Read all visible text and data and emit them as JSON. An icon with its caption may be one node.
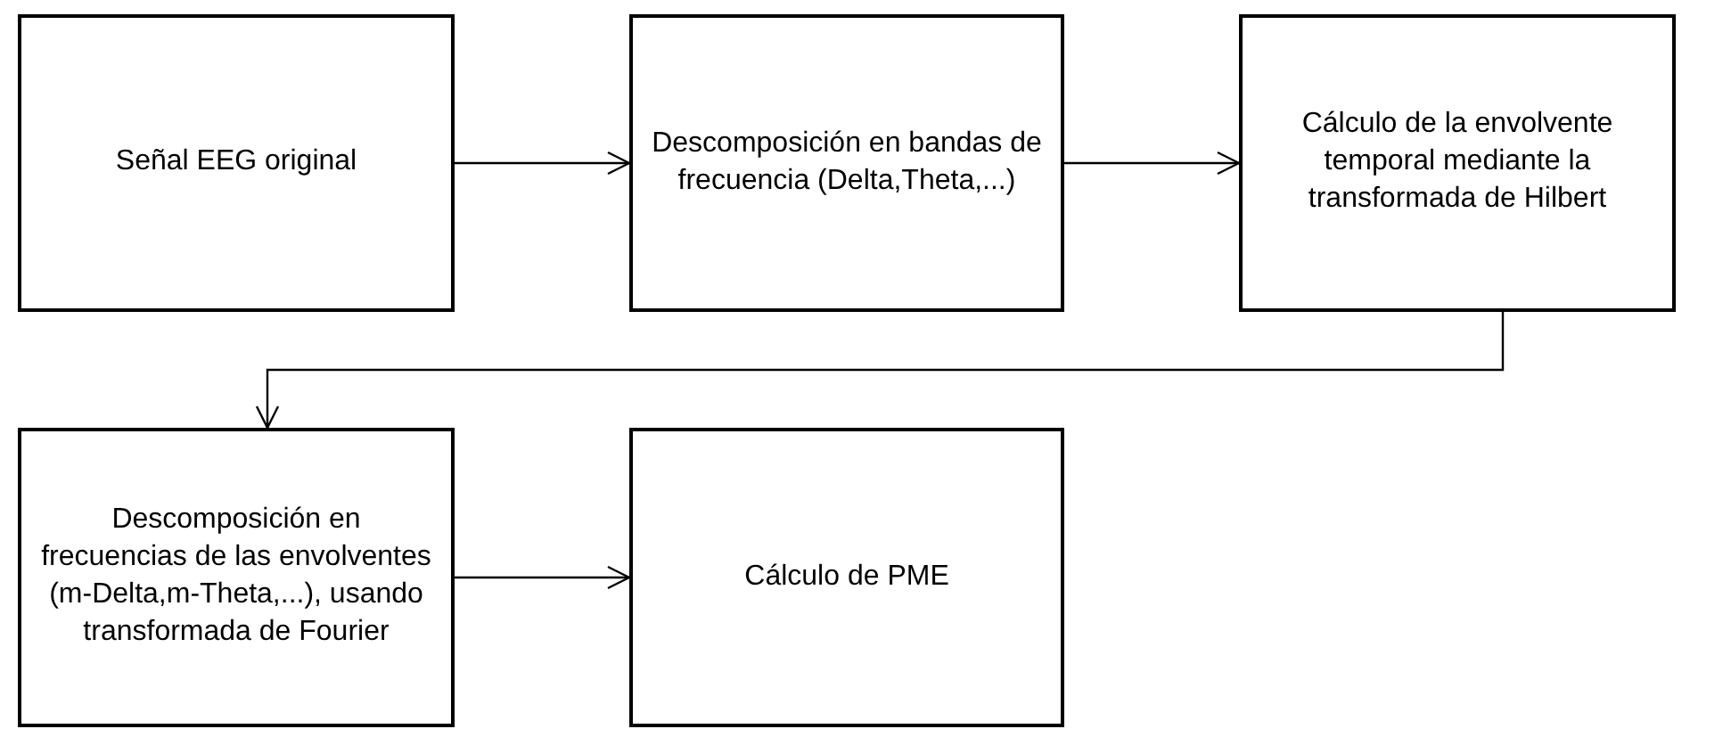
{
  "diagram": {
    "nodes": [
      {
        "text": [
          "Señal EEG original"
        ]
      },
      {
        "text": [
          "Descomposición en bandas de frecuencia (Delta,Theta,...)"
        ]
      },
      {
        "text": [
          "Cálculo de la envolvente temporal mediante la transformada de Hilbert"
        ]
      },
      {
        "text": [
          "Descomposición en frecuencias de las envolventes (m-Delta,m-Theta,...), usando transformada de Fourier"
        ]
      },
      {
        "text": [
          "Cálculo de PME"
        ]
      }
    ],
    "edges": [
      {
        "from": 0,
        "to": 1,
        "arrow": "to"
      },
      {
        "from": 1,
        "to": 2,
        "arrow": "to"
      },
      {
        "from": 2,
        "to": 3,
        "arrow": "to"
      },
      {
        "from": 3,
        "to": 4,
        "arrow": "to"
      }
    ]
  }
}
